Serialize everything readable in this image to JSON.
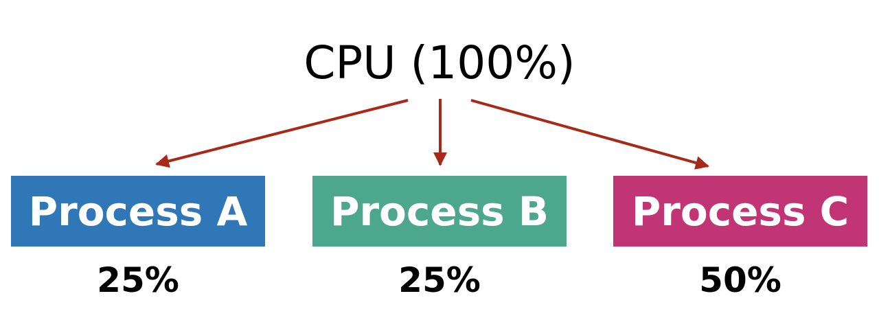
{
  "root": {
    "label": "CPU (100%)"
  },
  "colors": {
    "arrow": "#a8291a",
    "text": "#000000",
    "box_text": "#ffffff"
  },
  "processes": [
    {
      "label": "Process A",
      "share": "25%",
      "color": "#2f77b6"
    },
    {
      "label": "Process B",
      "share": "25%",
      "color": "#4ca78d"
    },
    {
      "label": "Process C",
      "share": "50%",
      "color": "#c13575"
    }
  ]
}
